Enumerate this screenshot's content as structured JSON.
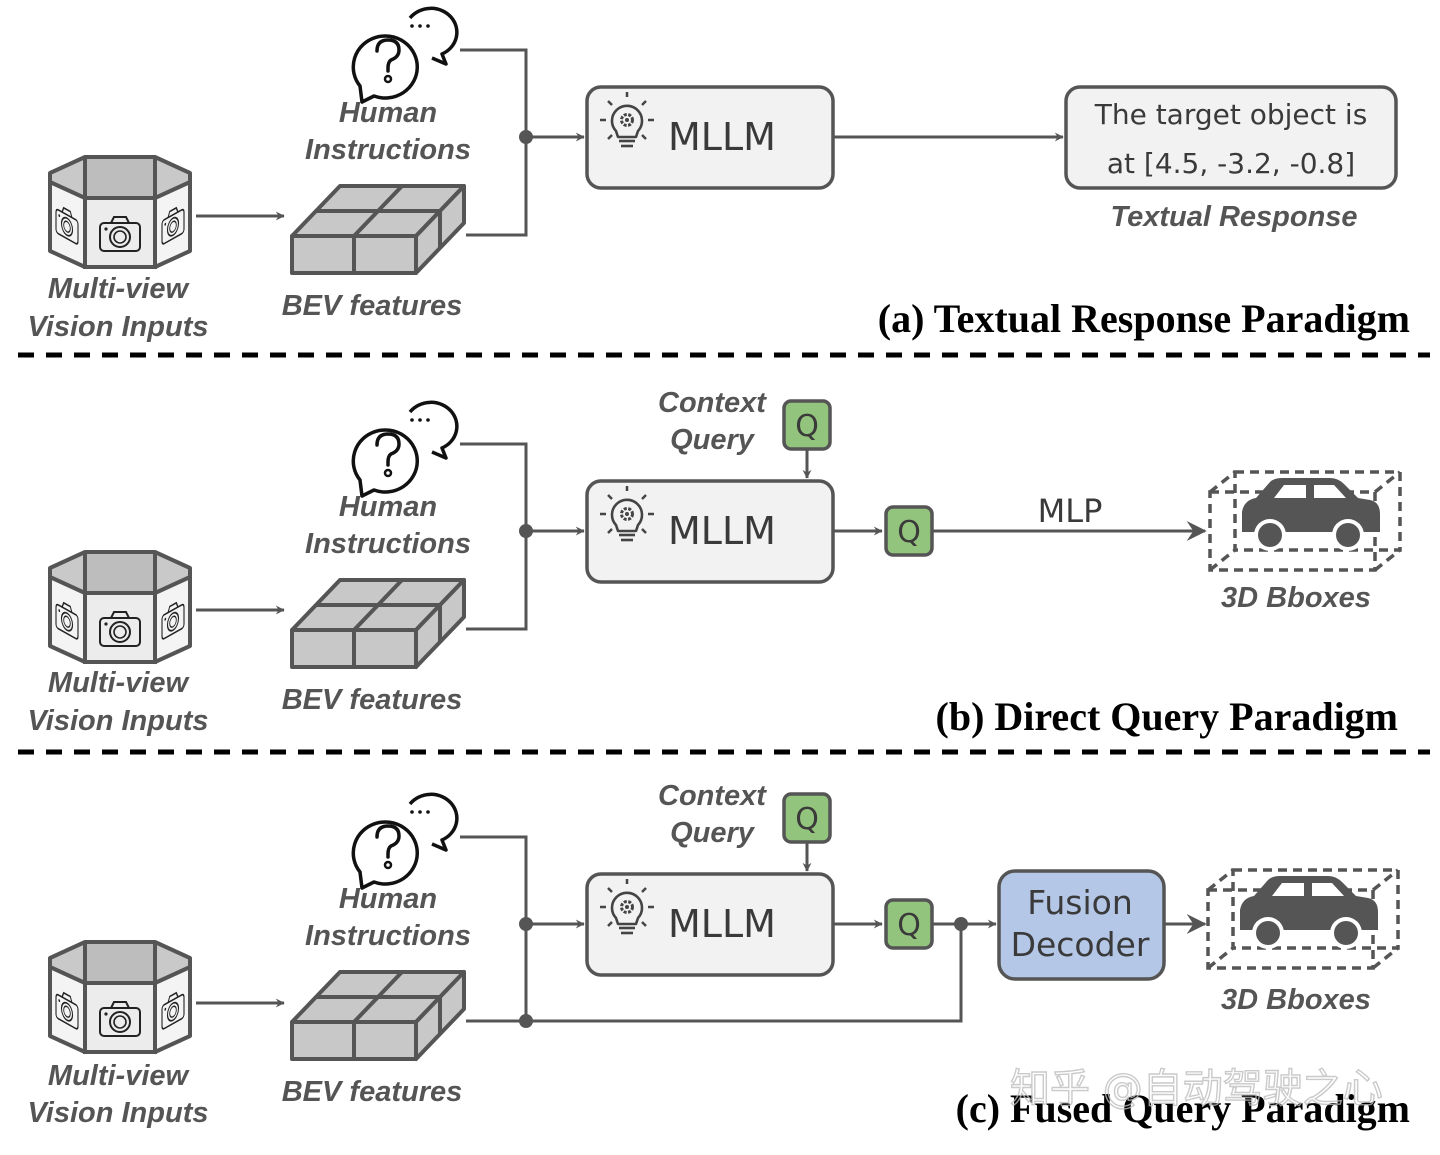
{
  "colors": {
    "stroke": "#555555",
    "mllm_fill": "#f2f2f2",
    "query_fill": "#93c47d",
    "decoder_fill": "#b4c7e7",
    "bev_fill": "#c8c8c8",
    "divider": "#000000"
  },
  "panels": [
    {
      "id": "a",
      "title": "(a) Textual Response Paradigm",
      "vision_label": [
        "Multi-view",
        "Vision Inputs"
      ],
      "bev_label": "BEV features",
      "instruction_label": [
        "Human",
        "Instructions"
      ],
      "mllm_label": "MLLM",
      "response_text": [
        "The target object is",
        "at [4.5, -3.2, -0.8]"
      ],
      "response_label": "Textual Response"
    },
    {
      "id": "b",
      "title": "(b) Direct Query Paradigm",
      "vision_label": [
        "Multi-view",
        "Vision Inputs"
      ],
      "bev_label": "BEV features",
      "instruction_label": [
        "Human",
        "Instructions"
      ],
      "mllm_label": "MLLM",
      "context_query_label": [
        "Context",
        "Query"
      ],
      "query_token": "Q",
      "mlp_label": "MLP",
      "output_label": "3D Bboxes"
    },
    {
      "id": "c",
      "title": "(c) Fused Query Paradigm",
      "vision_label": [
        "Multi-view",
        "Vision Inputs"
      ],
      "bev_label": "BEV features",
      "instruction_label": [
        "Human",
        "Instructions"
      ],
      "mllm_label": "MLLM",
      "context_query_label": [
        "Context",
        "Query"
      ],
      "query_token": "Q",
      "decoder_label": [
        "Fusion",
        "Decoder"
      ],
      "output_label": "3D Bboxes"
    }
  ],
  "watermark": "知乎 @自动驾驶之心"
}
